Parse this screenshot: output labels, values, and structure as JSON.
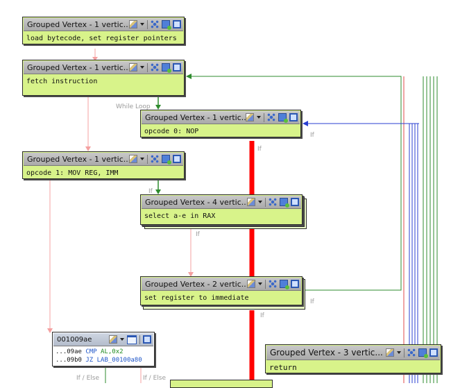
{
  "vertices": [
    {
      "title": "Grouped Vertex - 1 vertic...",
      "body": "load bytecode, set register pointers"
    },
    {
      "title": "Grouped Vertex - 1 vertic...",
      "body": "fetch instruction"
    },
    {
      "title": "Grouped Vertex - 1 vertic...",
      "body": "opcode 0: NOP"
    },
    {
      "title": "Grouped Vertex - 1 vertic...",
      "body": "opcode 1: MOV REG, IMM"
    },
    {
      "title": "Grouped Vertex - 4 vertic...",
      "body": "select a-e in RAX"
    },
    {
      "title": "Grouped Vertex - 2 vertic...",
      "body": "set register to immediate"
    },
    {
      "title": "Grouped Vertex - 3 vertic...",
      "body": "return"
    }
  ],
  "code_block": {
    "title": "001009ae",
    "lines": [
      {
        "addr": "...09ae",
        "mnemonic": "CMP",
        "operands": "AL,0x2"
      },
      {
        "addr": "...09b0",
        "mnemonic": "JZ",
        "operands": "LAB_00100a80"
      }
    ]
  },
  "edge_labels": {
    "while_loop": "While Loop",
    "if": "If",
    "if_else": "If / Else"
  },
  "icons": [
    "edit-color-icon",
    "dropdown-caret-icon",
    "group-icon",
    "add-vertex-icon",
    "fullscreen-icon",
    "window-icon"
  ],
  "colors": {
    "vertex_fill": "#d8f38a",
    "header_gray": "#b9b9b9",
    "edge_green": "#2e8b2e",
    "edge_red": "#ff0000",
    "edge_pink": "#f4a0a0",
    "edge_blue": "#2a3fd1"
  }
}
